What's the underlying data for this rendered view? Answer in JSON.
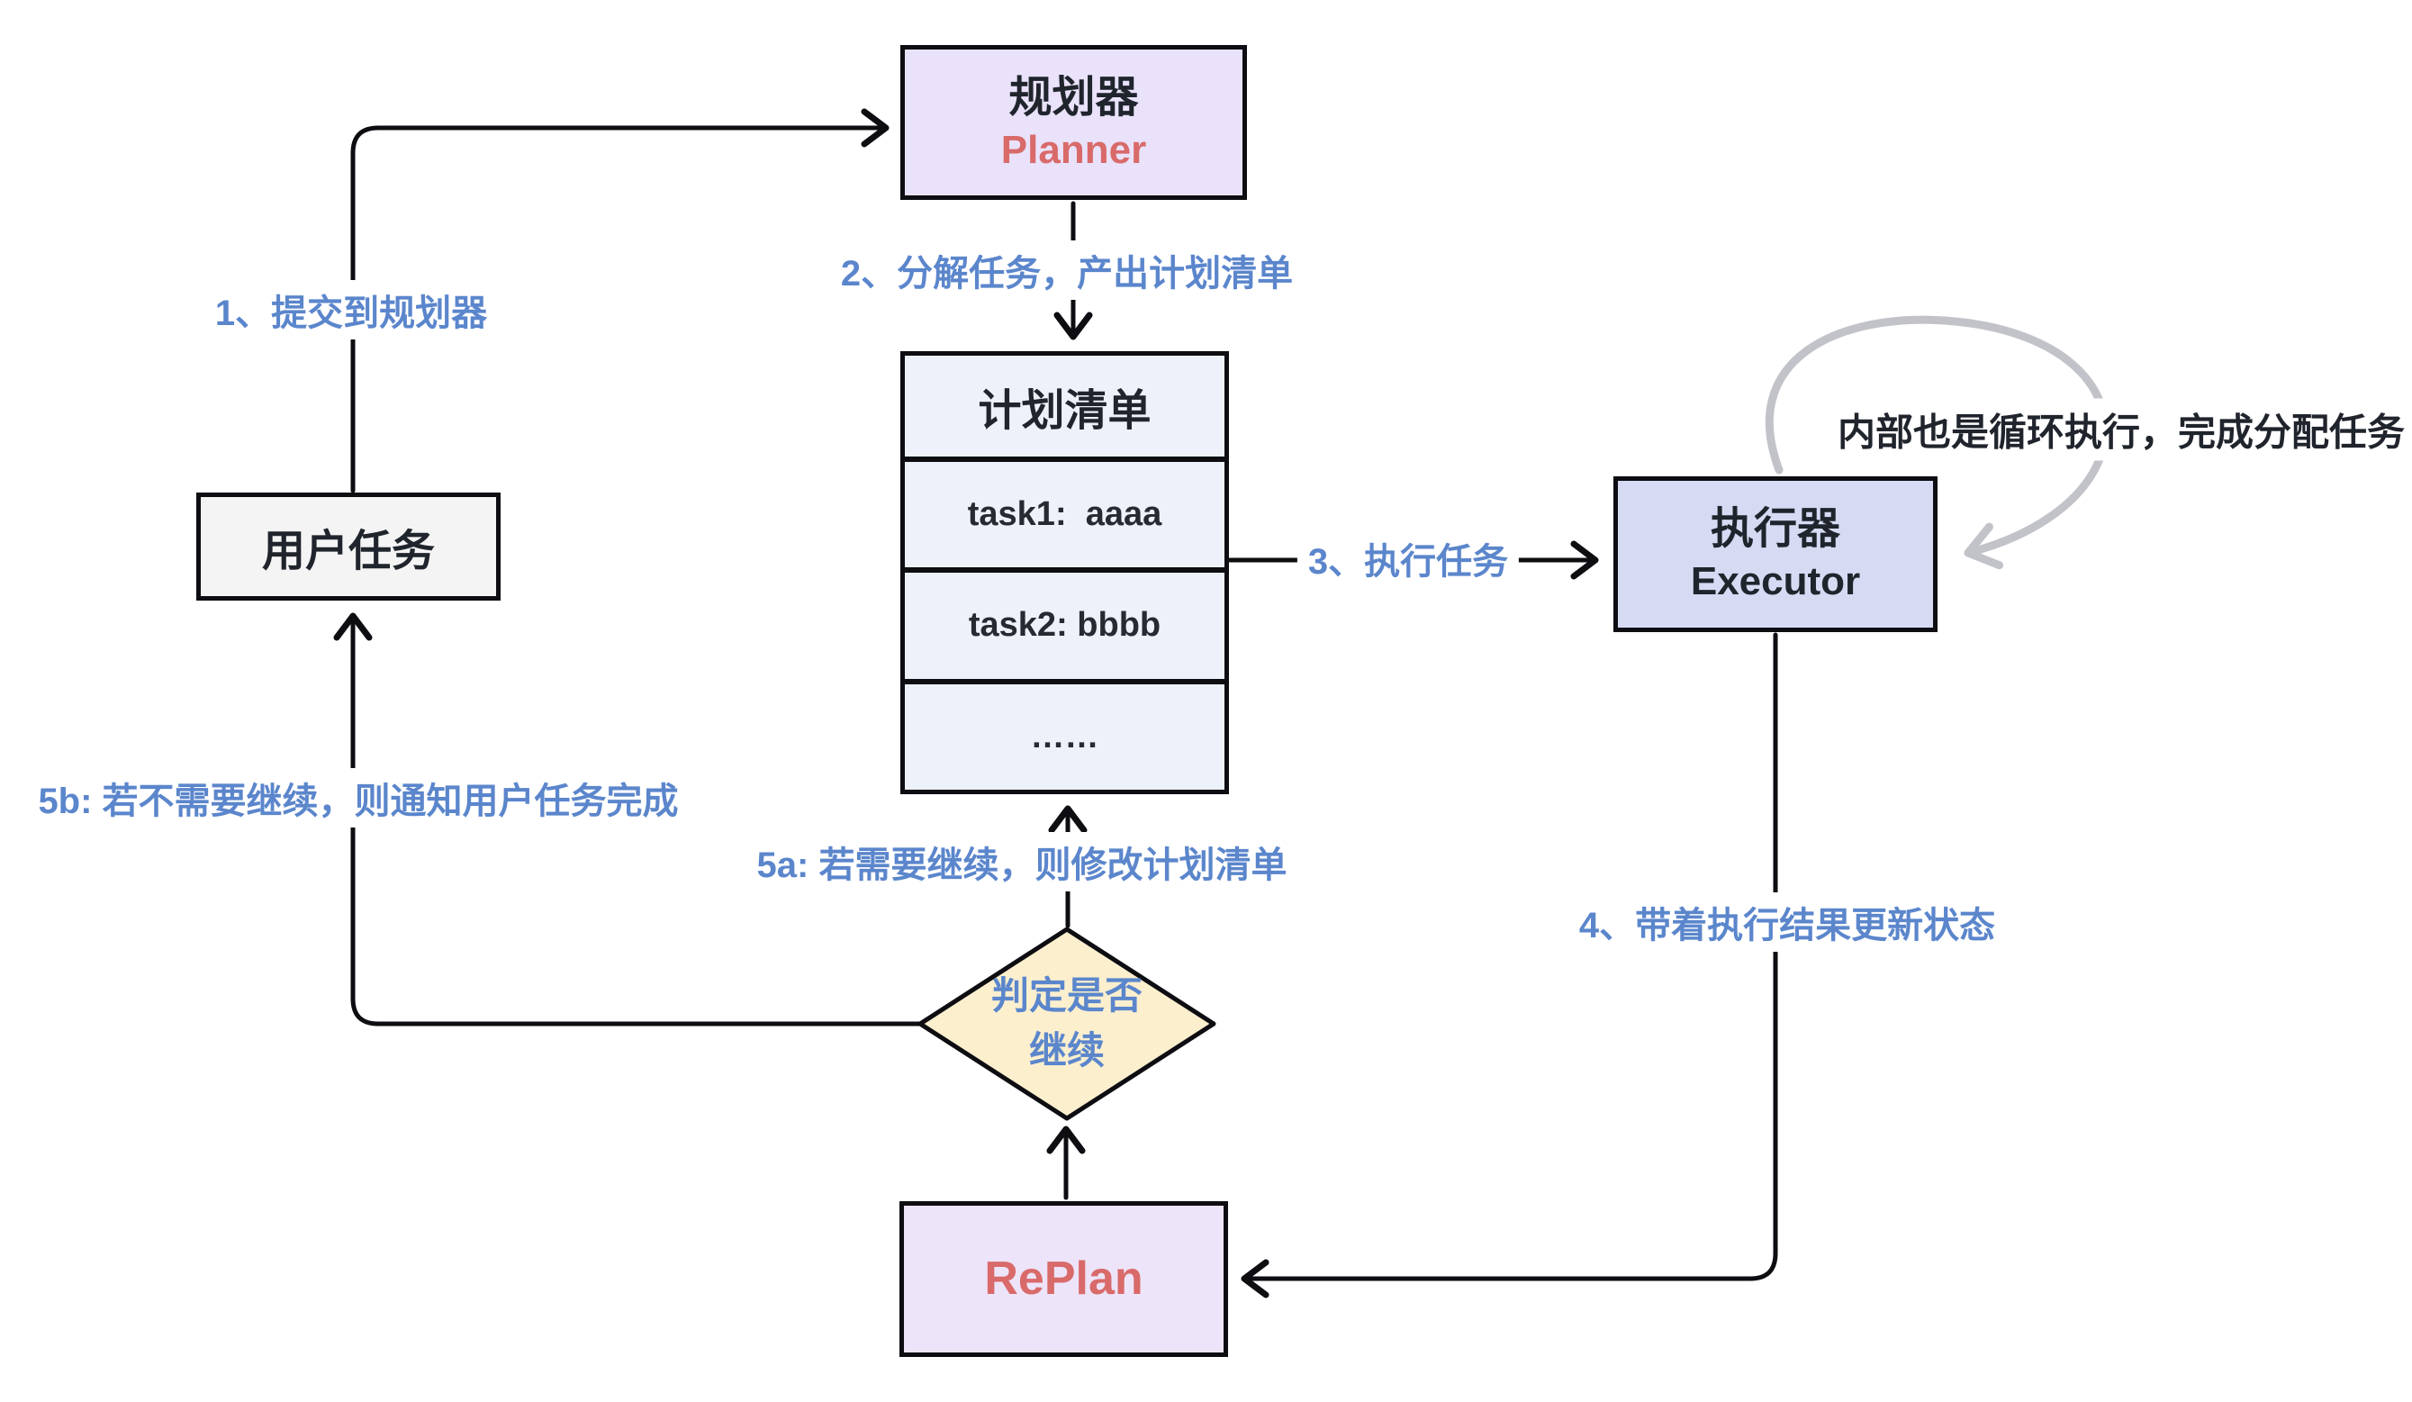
{
  "colors": {
    "edge_label_blue": "#5b86cc",
    "accent_red": "#d96a6a",
    "node_border": "#0d0d12",
    "text_dark": "#20242c",
    "planner_fill": "#e9e2fa",
    "replan_fill": "#ede4f9",
    "executor_fill": "#d6dbf3",
    "user_task_fill": "#f4f4f4",
    "plan_list_fill": "#edf1f9",
    "decision_fill": "#fbefce",
    "loop_gray": "#c2c3c9"
  },
  "nodes": {
    "planner": {
      "title_zh": "规划器",
      "title_en": "Planner"
    },
    "user_task": {
      "label": "用户任务"
    },
    "plan_list": {
      "header": "计划清单",
      "rows": [
        "task1:  aaaa",
        "task2: bbbb",
        "……"
      ]
    },
    "executor": {
      "title_zh": "执行器",
      "title_en": "Executor"
    },
    "decision": {
      "label_line1": "判定是否",
      "label_line2": "继续"
    },
    "replan": {
      "label": "RePlan"
    }
  },
  "edges": {
    "step1": {
      "label": "1、提交到规划器"
    },
    "step2": {
      "label": "2、分解任务，产出计划清单"
    },
    "step3": {
      "label": "3、执行任务"
    },
    "step4": {
      "label": "4、带着执行结果更新状态"
    },
    "step5a": {
      "label": "5a: 若需要继续，则修改计划清单"
    },
    "step5b": {
      "label": "5b: 若不需要继续，则通知用户任务完成"
    },
    "executor_loop": {
      "label": "内部也是循环执行，完成分配任务"
    }
  }
}
